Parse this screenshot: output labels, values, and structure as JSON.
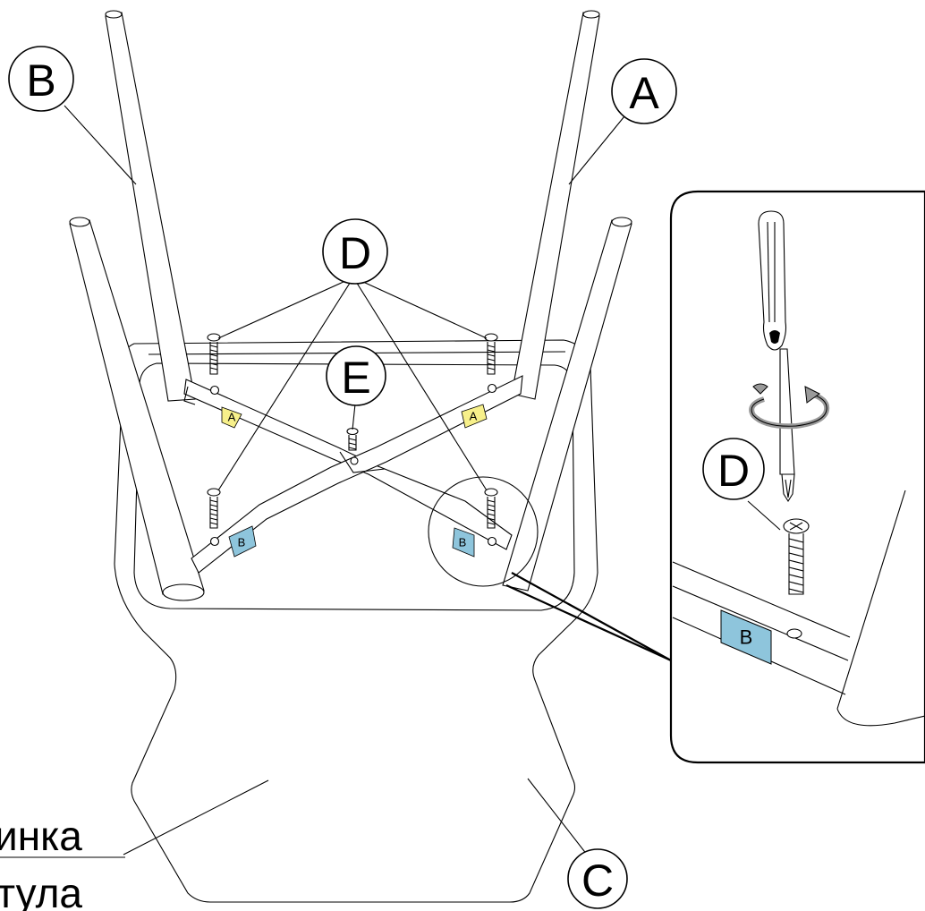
{
  "callouts": {
    "B": "B",
    "A": "A",
    "D": "D",
    "E": "E",
    "C": "C",
    "detail_D": "D"
  },
  "tags": {
    "rail_left_A": "A",
    "rail_right_A": "A",
    "rail_left_B": "B",
    "rail_right_B": "B",
    "detail_B": "B"
  },
  "side_text": {
    "line1": "инка",
    "line2": "тула"
  },
  "colors": {
    "tag_a": "#f7f08a",
    "tag_b": "#8ec5dc",
    "rotate_arrow": "#9a9a9a",
    "stroke": "#000000"
  },
  "icons": {
    "rotation": "clockwise-rotation-arrow-icon",
    "screwdriver": "phillips-screwdriver-icon"
  }
}
